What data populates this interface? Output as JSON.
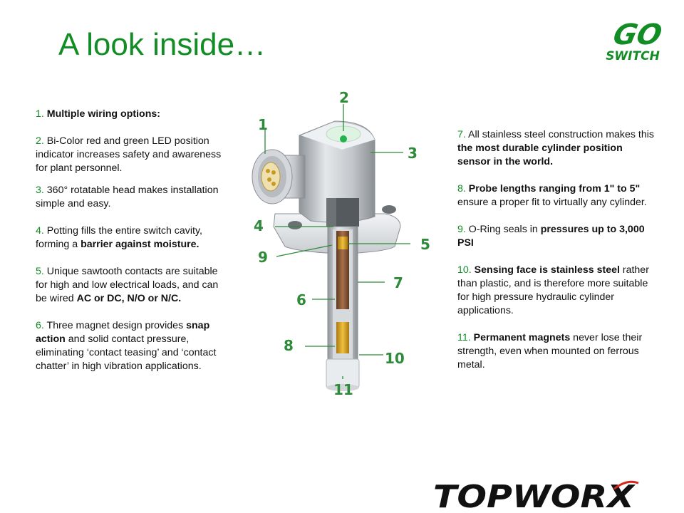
{
  "title": "A look inside…",
  "brand": {
    "go_switch": {
      "line1": "GO",
      "line2": "SWITCH"
    },
    "topworx": "TOPWORX"
  },
  "colors": {
    "accent": "#128c24",
    "text": "#111111",
    "steel": "#b8bcc0",
    "probe_core": "#8a5a3a",
    "contacts": "#d9a520"
  },
  "left_items": [
    {
      "num": "1.",
      "text": [
        {
          "t": " Multiple wiring options:",
          "b": true
        }
      ]
    },
    {
      "num": "2.",
      "text": [
        {
          "t": " Bi-Color red and green LED position indicator increases safety and awareness for plant personnel.",
          "b": false
        }
      ]
    },
    {
      "num": "3.",
      "text": [
        {
          "t": " 360° rotatable head makes installation simple and easy.",
          "b": false
        }
      ]
    },
    {
      "num": "4.",
      "text": [
        {
          "t": " Potting fills the entire switch cavity, forming a ",
          "b": false
        },
        {
          "t": "barrier against moisture.",
          "b": true
        }
      ]
    },
    {
      "num": "5.",
      "text": [
        {
          "t": " Unique sawtooth contacts are suitable for high and low electrical loads, and can be wired ",
          "b": false
        },
        {
          "t": "AC or DC, N/O or N/C.",
          "b": true
        }
      ]
    },
    {
      "num": "6.",
      "text": [
        {
          "t": " Three magnet design provides ",
          "b": false
        },
        {
          "t": "snap action",
          "b": true
        },
        {
          "t": " and solid contact pressure, eliminating ‘contact teasing’ and ‘contact chatter’ in high vibration applications.",
          "b": false
        }
      ]
    }
  ],
  "right_items": [
    {
      "num": "7.",
      "text": [
        {
          "t": " All stainless steel construction makes this ",
          "b": false
        },
        {
          "t": "the most durable cylinder position sensor in the world.",
          "b": true
        }
      ]
    },
    {
      "num": "8.",
      "text": [
        {
          "t": " Probe lengths ranging from 1\" to 5\"",
          "b": true
        },
        {
          "t": " ensure a proper fit to virtually any cylinder.",
          "b": false
        }
      ]
    },
    {
      "num": "9.",
      "text": [
        {
          "t": " O-Ring seals in ",
          "b": false
        },
        {
          "t": "pressures up to 3,000 PSI",
          "b": true
        }
      ]
    },
    {
      "num": "10.",
      "text": [
        {
          "t": " Sensing face is stainless steel",
          "b": true
        },
        {
          "t": " rather than plastic, and is therefore more suitable for high pressure hydraulic cylinder applications.",
          "b": false
        }
      ]
    },
    {
      "num": "11.",
      "text": [
        {
          "t": " Permanent magnets",
          "b": true
        },
        {
          "t": " never lose their strength, even when mounted on ferrous metal.",
          "b": false
        }
      ]
    }
  ],
  "callouts": [
    "1",
    "2",
    "3",
    "4",
    "5",
    "6",
    "7",
    "8",
    "9",
    "10",
    "11"
  ]
}
